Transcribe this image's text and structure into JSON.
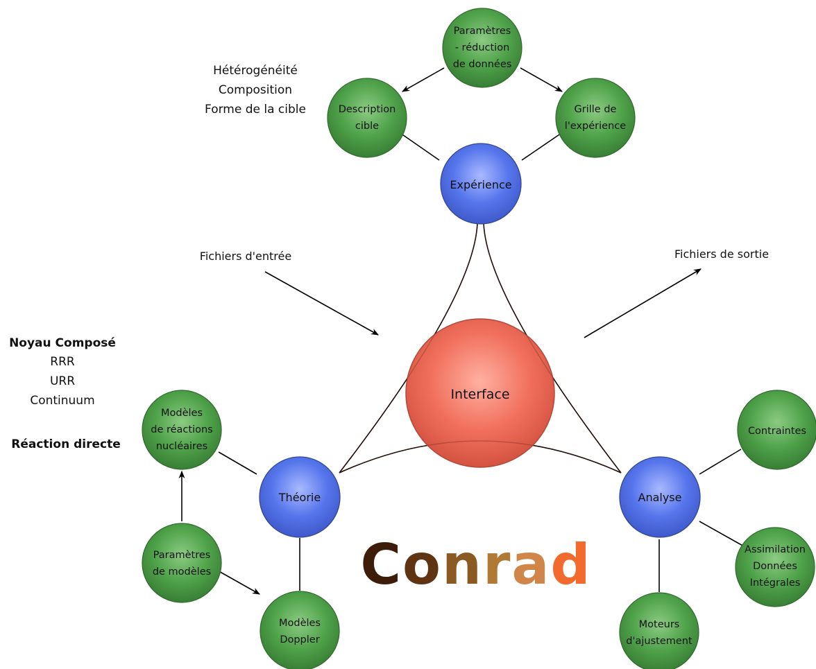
{
  "nodes": {
    "interface": [
      "Interface"
    ],
    "experience": [
      "Expérience"
    ],
    "theory": [
      "Théorie"
    ],
    "analysis": [
      "Analyse"
    ],
    "params_reduction": [
      "Paramètres",
      "- réduction",
      "de données"
    ],
    "target_description": [
      "Description",
      "cible"
    ],
    "experiment_grid": [
      "Grille de",
      "l'expérience"
    ],
    "nuclear_reaction_models": [
      "Modèles",
      "de réactions",
      "nucléaires"
    ],
    "model_parameters": [
      "Paramètres",
      "de modèles"
    ],
    "doppler_models": [
      "Modèles",
      "Doppler"
    ],
    "constraints": [
      "Contraintes"
    ],
    "integral_data_assimilation": [
      "Assimilation",
      "Données",
      "Intégrales"
    ],
    "fitting_engines": [
      "Moteurs",
      "d'ajustement"
    ]
  },
  "annotations": {
    "target_properties": [
      "Hétérogénéité",
      "Composition",
      "Forme de la cible"
    ],
    "input_files": "Fichiers d'entrée",
    "output_files": "Fichiers de sortie",
    "compound_nucleus": "Noyau Composé",
    "compound_items": [
      "RRR",
      "URR",
      "Continuum"
    ],
    "direct_reaction": "Réaction directe"
  },
  "logo": {
    "text": "Conrad",
    "colors": [
      "#3d1d0a",
      "#5e3412",
      "#8a5a22",
      "#b07a36",
      "#cf8648",
      "#f26a2e"
    ]
  },
  "colors": {
    "interface": "#f2705f",
    "core": "#5a78ea",
    "leaf": "#55a550",
    "edge": "#000000"
  }
}
